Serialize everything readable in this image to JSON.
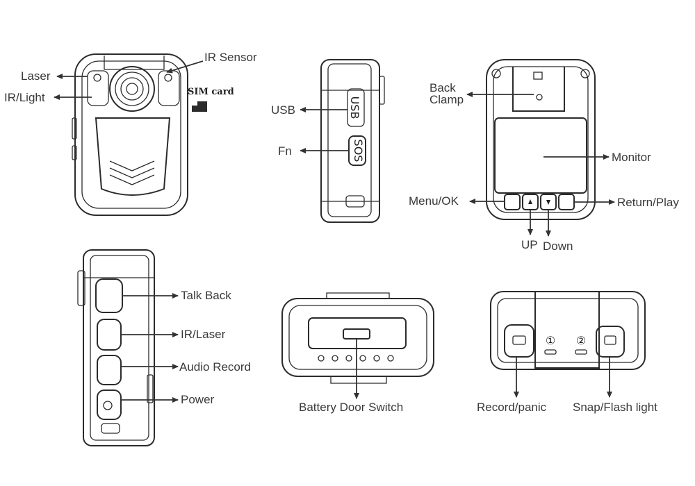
{
  "labels": {
    "laser": "Laser",
    "ir_sensor": "IR Sensor",
    "ir_light": "IR/Light",
    "sim_card": "SIM card",
    "usb": "USB",
    "fn": "Fn",
    "back_clamp": "Back\nClamp",
    "monitor": "Monitor",
    "menu_ok": "Menu/OK",
    "return_play": "Return/Play",
    "up": "UP",
    "down": "Down",
    "talk_back": "Talk Back",
    "ir_laser": "IR/Laser",
    "audio_record": "Audio Record",
    "power": "Power",
    "battery_door_switch": "Battery Door Switch",
    "record_panic": "Record/panic",
    "snap_flash_light": "Snap/Flash light"
  },
  "device_marks": {
    "usb_port_text": "USB",
    "sos_text": "SOS",
    "slot_one": "①",
    "slot_two": "②"
  }
}
